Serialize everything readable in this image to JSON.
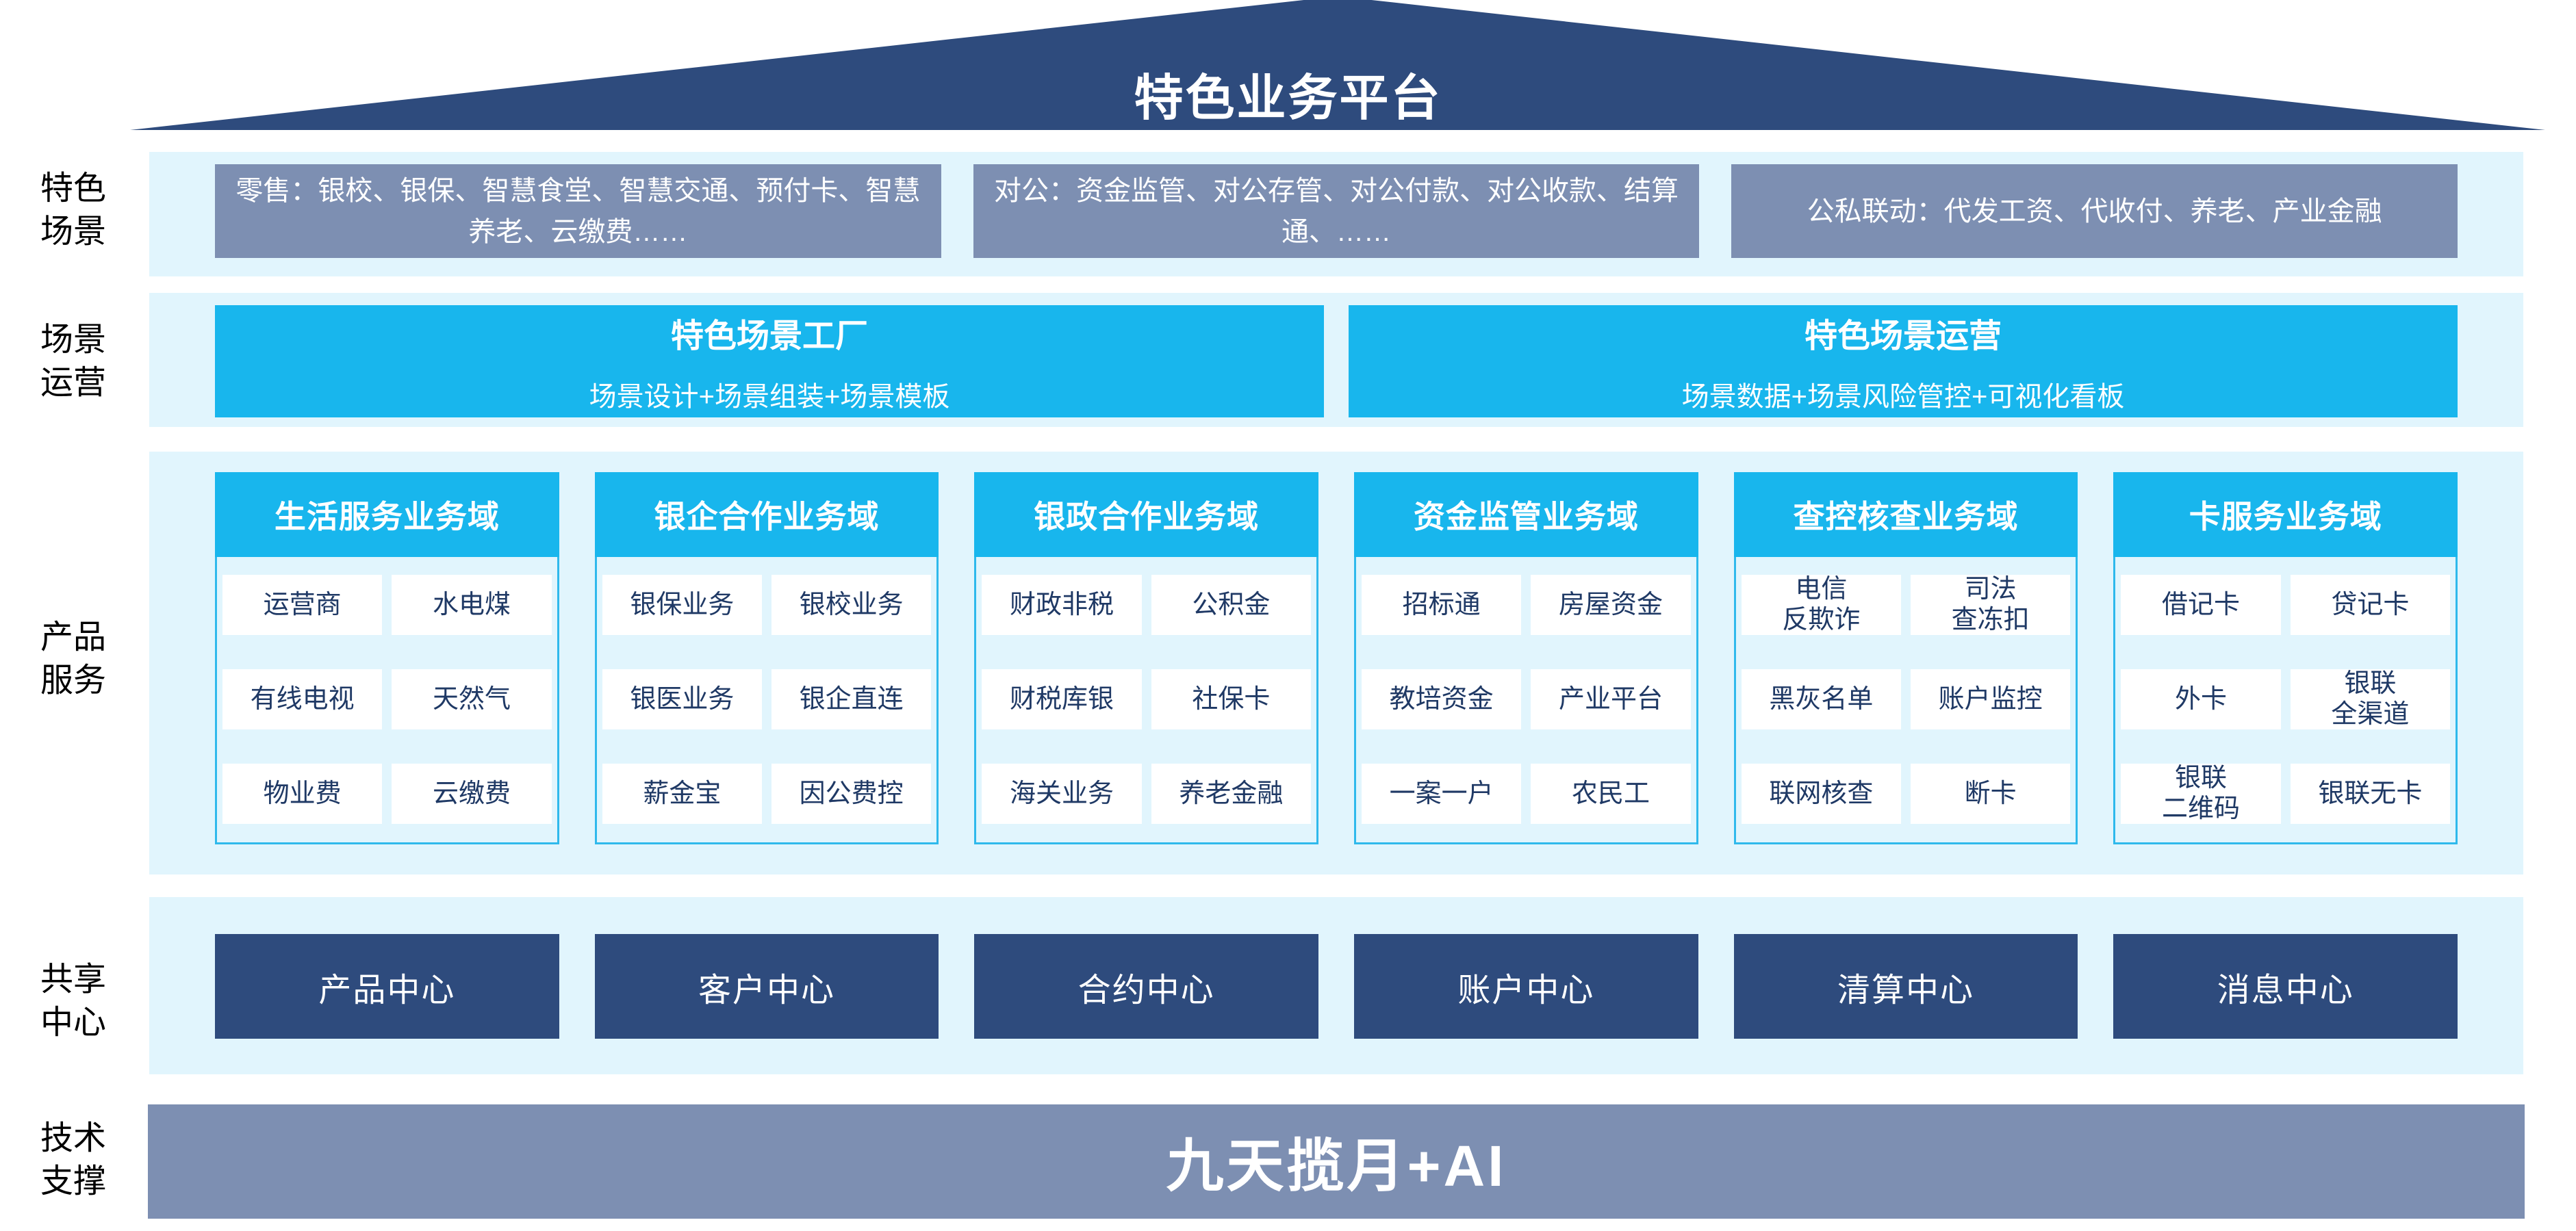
{
  "header": {
    "title": "特色业务平台"
  },
  "side_labels": [
    {
      "id": "scene",
      "text": "特色\n场景"
    },
    {
      "id": "operation",
      "text": "场景\n运营"
    },
    {
      "id": "product",
      "text": "产品\n服务"
    },
    {
      "id": "share",
      "text": "共享\n中心"
    },
    {
      "id": "tech",
      "text": "技术\n支撑"
    }
  ],
  "scene_row": {
    "boxes": [
      "零售：银校、银保、智慧食堂、智慧交通、预付卡、智慧养老、云缴费……",
      "对公：资金监管、对公存管、对公付款、对公收款、结算通、……",
      "公私联动：代发工资、代收付、养老、产业金融"
    ]
  },
  "operation_row": {
    "boxes": [
      {
        "title": "特色场景工厂",
        "subtitle": "场景设计+场景组装+场景模板"
      },
      {
        "title": "特色场景运营",
        "subtitle": "场景数据+场景风险管控+可视化看板"
      }
    ]
  },
  "product_services": {
    "columns": [
      {
        "header": "生活服务业务域",
        "cells": [
          "运营商",
          "水电煤",
          "有线电视",
          "天然气",
          "物业费",
          "云缴费"
        ]
      },
      {
        "header": "银企合作业务域",
        "cells": [
          "银保业务",
          "银校业务",
          "银医业务",
          "银企直连",
          "薪金宝",
          "因公费控"
        ]
      },
      {
        "header": "银政合作业务域",
        "cells": [
          "财政非税",
          "公积金",
          "财税库银",
          "社保卡",
          "海关业务",
          "养老金融"
        ]
      },
      {
        "header": "资金监管业务域",
        "cells": [
          "招标通",
          "房屋资金",
          "教培资金",
          "产业平台",
          "一案一户",
          "农民工"
        ]
      },
      {
        "header": "查控核查业务域",
        "cells": [
          "电信\n反欺诈",
          "司法\n查冻扣",
          "黑灰名单",
          "账户监控",
          "联网核查",
          "断卡"
        ]
      },
      {
        "header": "卡服务业务域",
        "cells": [
          "借记卡",
          "贷记卡",
          "外卡",
          "银联\n全渠道",
          "银联\n二维码",
          "银联无卡"
        ]
      }
    ]
  },
  "share_centers": {
    "items": [
      "产品中心",
      "客户中心",
      "合约中心",
      "账户中心",
      "清算中心",
      "消息中心"
    ]
  },
  "tech_support": {
    "banner_text": "九天揽月+AI"
  },
  "colors": {
    "roof_navy": "#2E4B7D",
    "panel_light_blue": "#E1F5FD",
    "steel_blue": "#7D8FB2",
    "accent_cyan": "#18B6ED",
    "cell_text_navy": "#1F3965"
  }
}
